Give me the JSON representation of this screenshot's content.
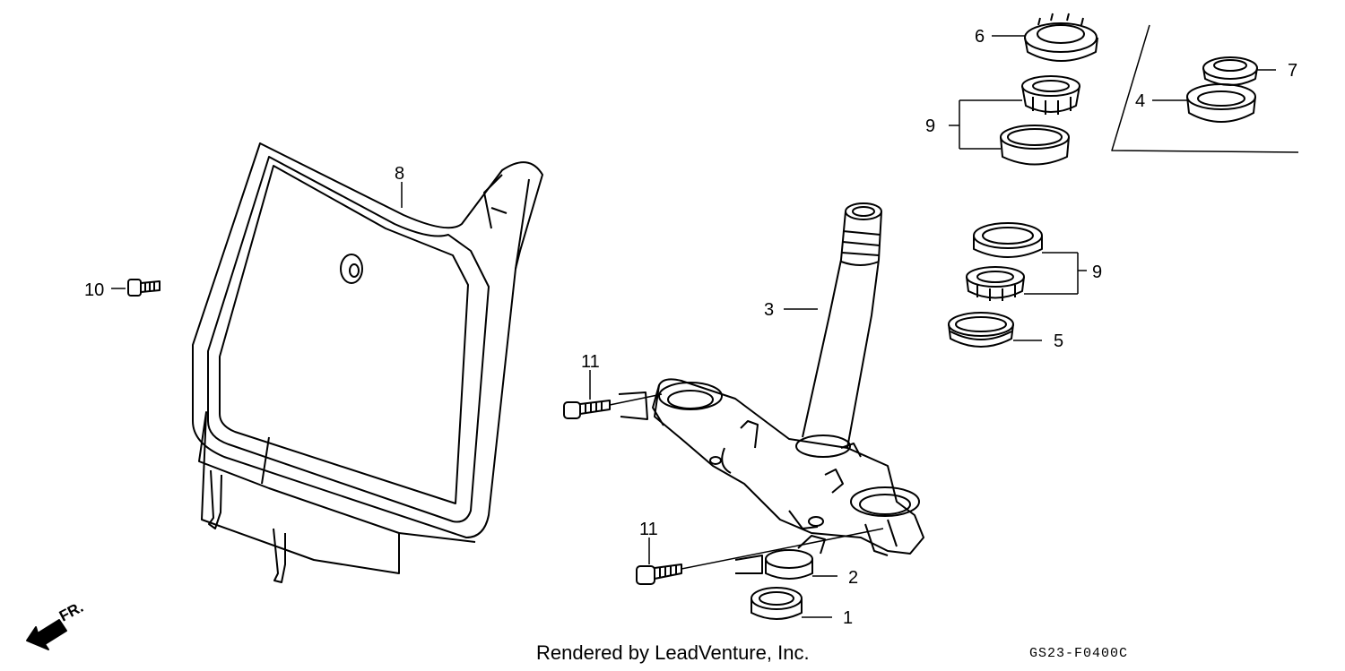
{
  "credit": "Rendered by LeadVenture, Inc.",
  "diagram_code": "GS23-F0400C",
  "direction_label": "FR.",
  "callouts": [
    "1",
    "2",
    "3",
    "4",
    "5",
    "6",
    "7",
    "8",
    "9",
    "9",
    "10",
    "11",
    "11"
  ]
}
